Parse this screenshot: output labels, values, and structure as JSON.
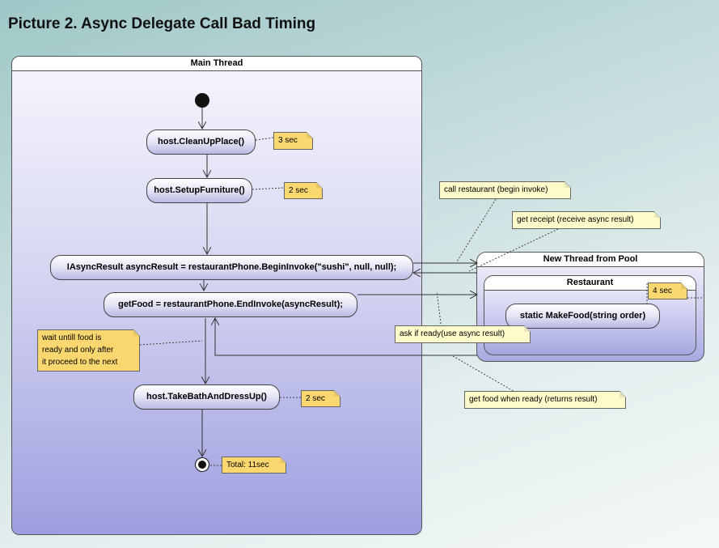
{
  "title": "Picture 2. Async Delegate Call Bad Timing",
  "main_thread": {
    "label": "Main Thread",
    "actions": {
      "cleanup": "host.CleanUpPlace()",
      "setup": "host.SetupFurniture()",
      "begin_invoke": "IAsyncResult asyncResult = restaurantPhone.BeginInvoke(\"sushi\", null, null);",
      "end_invoke": "getFood = restaurantPhone.EndInvoke(asyncResult);",
      "bath": "host.TakeBathAndDressUp()"
    },
    "notes": {
      "cleanup_time": "3 sec",
      "setup_time": "2 sec",
      "wait_line1": "wait untill food is",
      "wait_line2": "ready and only after",
      "wait_line3": "it proceed to the next",
      "bath_time": "2 sec",
      "total": "Total: 11sec"
    }
  },
  "pool_thread": {
    "label": "New Thread  from Pool",
    "restaurant": {
      "label": "Restaurant",
      "action": "static MakeFood(string order)",
      "time": "4 sec"
    }
  },
  "annotations": {
    "call_restaurant": "call restaurant (begin invoke)",
    "get_receipt": "get receipt (receive async result)",
    "ask_ready": "ask if ready(use async result)",
    "get_food": "get food when ready (returns result)"
  }
}
